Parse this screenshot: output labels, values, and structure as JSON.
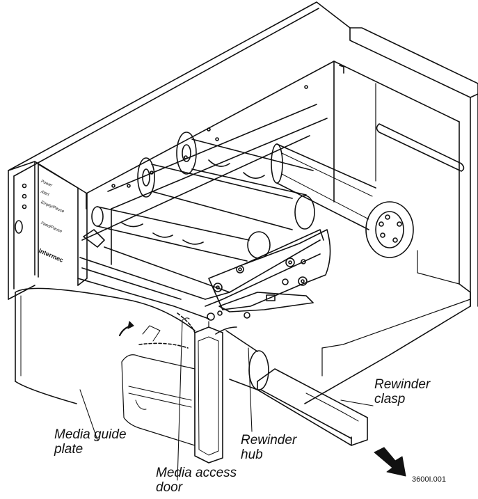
{
  "callouts": {
    "rewinder_clasp": [
      "Rewinder",
      "clasp"
    ],
    "media_guide_plate": [
      "Media guide",
      "plate"
    ],
    "rewinder_hub": [
      "Rewinder",
      "hub"
    ],
    "media_access_door": [
      "Media access",
      "door"
    ]
  },
  "figure_ref": "3600I.001",
  "front_panel": {
    "indicators": [
      "Power",
      "Alert",
      "Empty/Pause",
      "Feed/Pause"
    ],
    "brand": "Intermec"
  }
}
